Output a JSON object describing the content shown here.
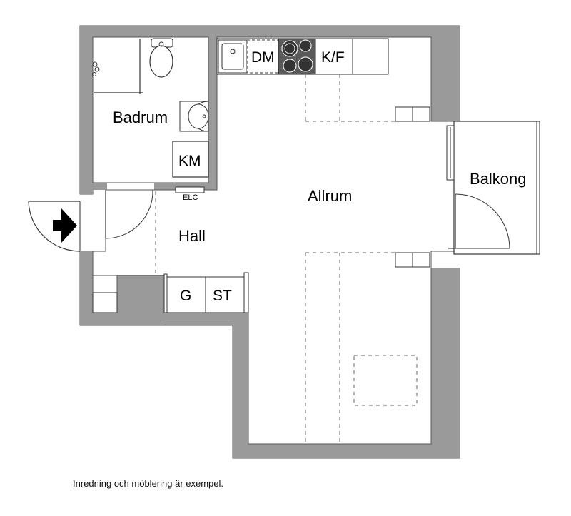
{
  "plan": {
    "colors": {
      "wall": "#9a9a9a",
      "wall_stroke": "#555555",
      "fixture_stroke": "#333333",
      "dash": "#666666",
      "hob": "#5a5a5a"
    },
    "rooms": {
      "badrum": "Badrum",
      "allrum": "Allrum",
      "hall": "Hall",
      "balkong": "Balkong"
    },
    "fixtures": {
      "km": "KM",
      "elc": "ELC",
      "dm": "DM",
      "kf": "K/F",
      "g": "G",
      "st": "ST"
    },
    "icons": [
      "entrance-arrow-icon",
      "toilet-icon",
      "washbasin-icon",
      "shower-icon",
      "kitchen-sink-icon",
      "stove-hob-icon"
    ]
  },
  "footnote": "Inredning och möblering är exempel."
}
